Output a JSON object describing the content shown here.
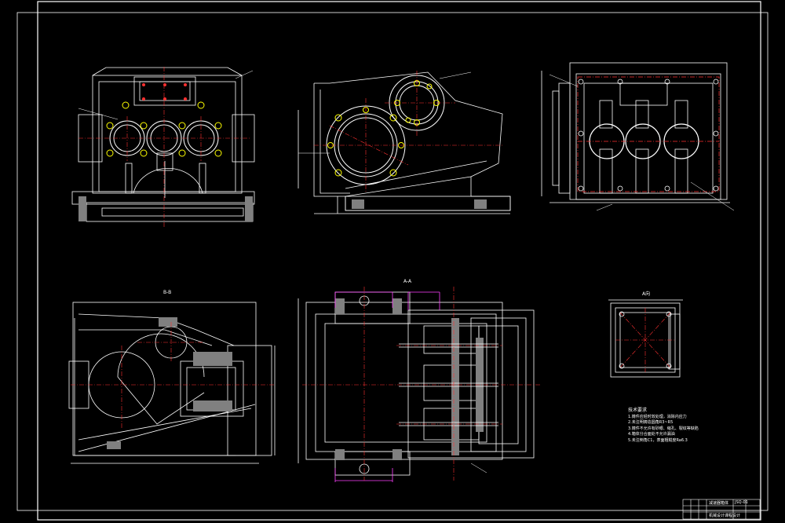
{
  "section_labels": {
    "view_bb": "B-B",
    "view_aa": "A-A",
    "view_a": "A向"
  },
  "notes": {
    "heading": "技术要求",
    "items": [
      "1.铸件应经时效处理，消除内应力",
      "2.未注明铸造圆角R3~R5",
      "3.铸件不允许有砂眼、缩孔、裂纹等缺陷",
      "4.箱体分合面处不允许漏油",
      "5.未注倒角C1，表面粗糙度Ra6.3"
    ]
  },
  "title_block": {
    "part_name": "减速器箱体",
    "code": "JSQ-01",
    "org": "机械设计课程设计"
  },
  "colors": {
    "background": "#000000",
    "line": "#ffffff",
    "center": "#ff3030",
    "hole": "#ffff00",
    "dimension": "#ff40ff"
  }
}
